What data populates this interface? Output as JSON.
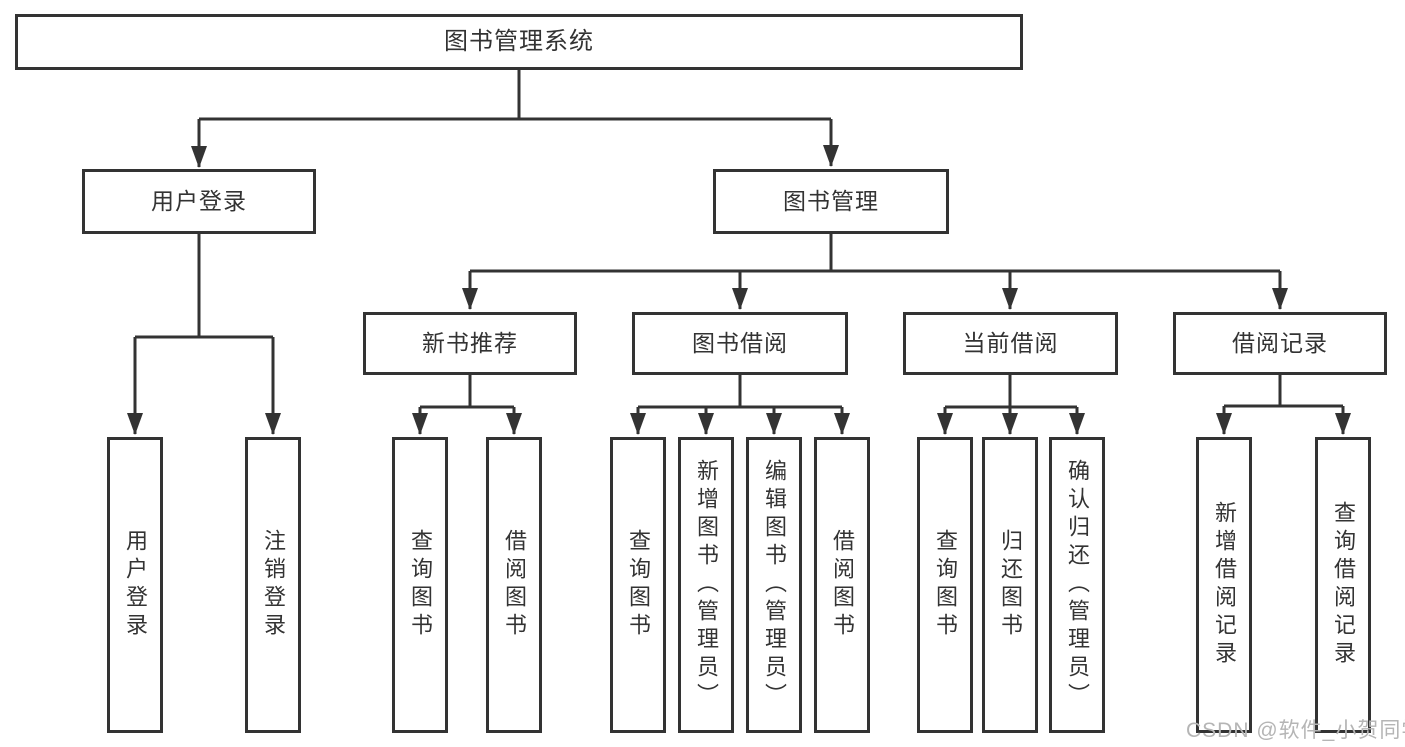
{
  "tree": {
    "root": {
      "label": "图书管理系统",
      "children": [
        {
          "label": "用户登录",
          "children": [
            {
              "label": "用户登录"
            },
            {
              "label": "注销登录"
            }
          ]
        },
        {
          "label": "图书管理",
          "children": [
            {
              "label": "新书推荐",
              "children": [
                {
                  "label": "查询图书"
                },
                {
                  "label": "借阅图书"
                }
              ]
            },
            {
              "label": "图书借阅",
              "children": [
                {
                  "label": "查询图书"
                },
                {
                  "label": "新增图书（管理员）"
                },
                {
                  "label": "编辑图书（管理员）"
                },
                {
                  "label": "借阅图书"
                }
              ]
            },
            {
              "label": "当前借阅",
              "children": [
                {
                  "label": "查询图书"
                },
                {
                  "label": "归还图书"
                },
                {
                  "label": "确认归还（管理员）"
                }
              ]
            },
            {
              "label": "借阅记录",
              "children": [
                {
                  "label": "新增借阅记录"
                },
                {
                  "label": "查询借阅记录"
                }
              ]
            }
          ]
        }
      ]
    }
  },
  "watermark": {
    "text": "CSDN @软件_小贺同学"
  },
  "colors": {
    "line": "#333333",
    "box_border": "#333333",
    "text": "#333333",
    "box_background": "#ffffff",
    "page_background": "#ffffff",
    "watermark": "#b5b5b5"
  }
}
